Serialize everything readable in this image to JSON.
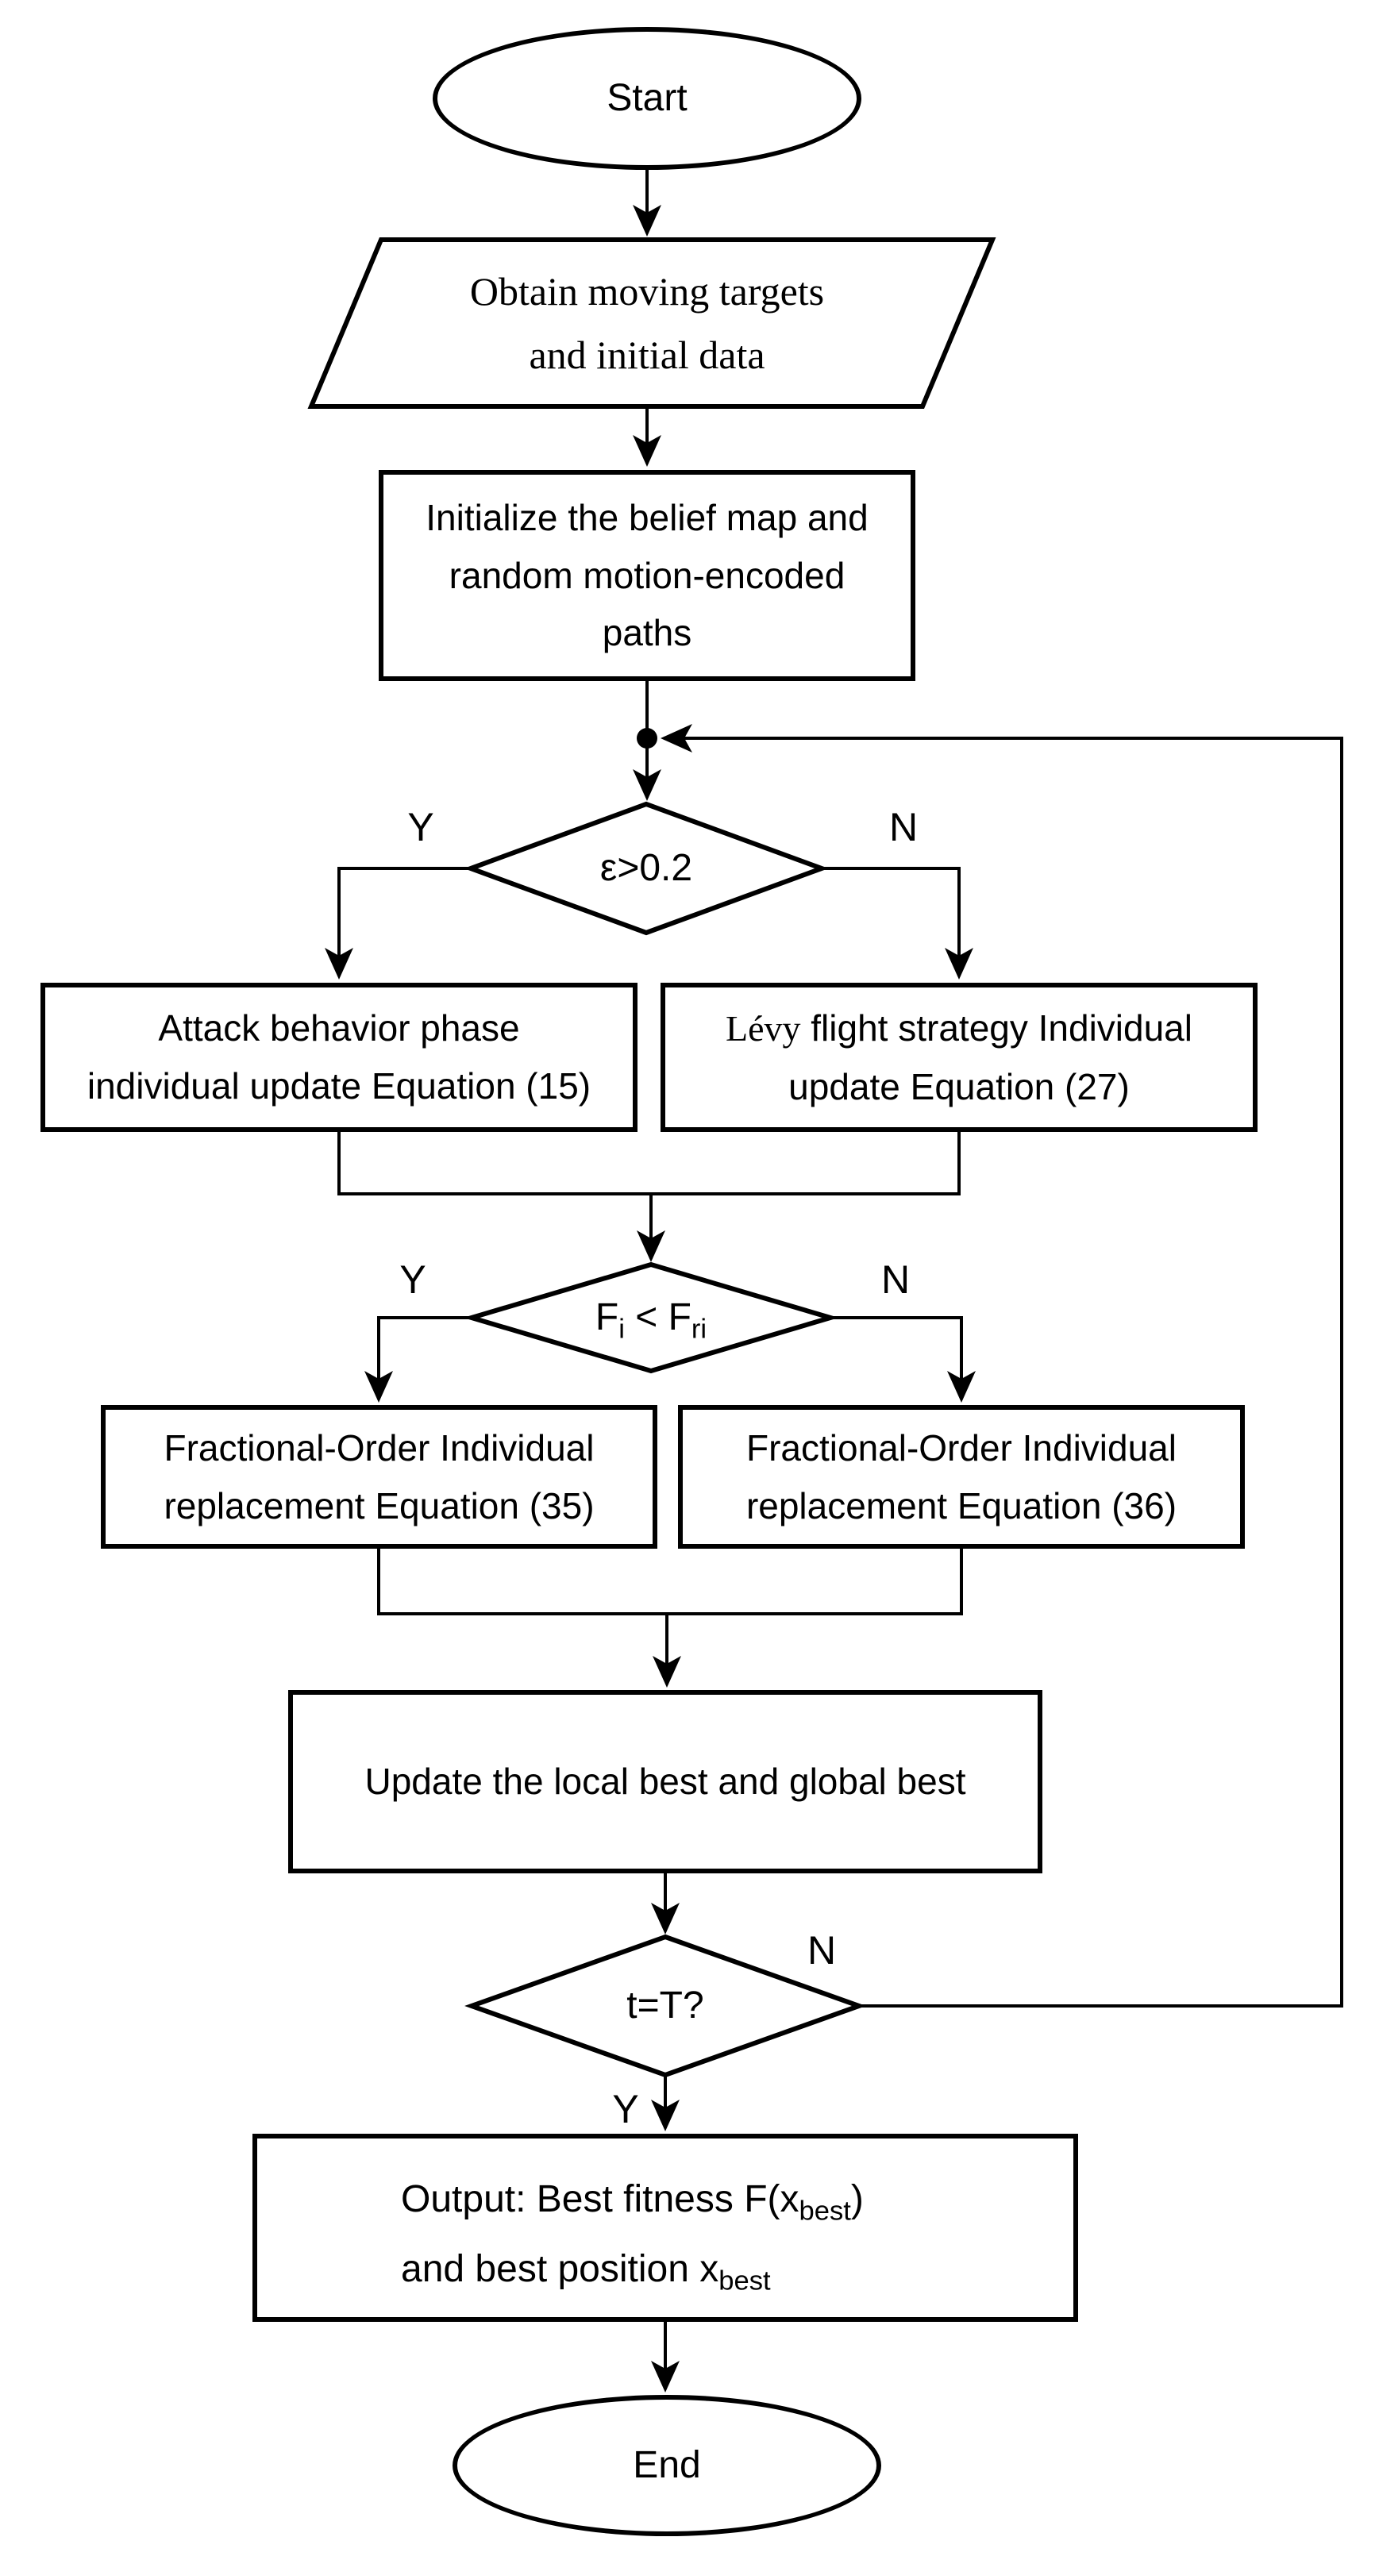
{
  "colors": {
    "stroke": "#000000",
    "background": "#ffffff"
  },
  "nodes": {
    "start": {
      "label": "Start"
    },
    "obtain": {
      "lines": [
        "Obtain moving targets",
        "and initial data"
      ]
    },
    "initialize": {
      "lines": [
        "Initialize the belief map and",
        "random motion-encoded",
        "paths"
      ]
    },
    "decision_epsilon": {
      "condition": "ε>0.2",
      "yes_label": "Y",
      "no_label": "N"
    },
    "attack_phase": {
      "lines": [
        "Attack behavior phase",
        "individual update Equation (15)"
      ]
    },
    "levy_flight": {
      "serif_word": "Lévy",
      "line1_rest": " flight strategy Individual",
      "line2": "update Equation (27)"
    },
    "decision_fitness": {
      "lhs_base": "F",
      "lhs_sub": "i",
      "operator": " < ",
      "rhs_base": "F",
      "rhs_sub": "ri",
      "yes_label": "Y",
      "no_label": "N"
    },
    "replacement_35": {
      "lines": [
        "Fractional-Order Individual",
        "replacement Equation (35)"
      ]
    },
    "replacement_36": {
      "lines": [
        "Fractional-Order Individual",
        "replacement Equation (36)"
      ]
    },
    "update_best": {
      "label": "Update the local best and global best"
    },
    "decision_termination": {
      "condition": "t=T?",
      "yes_label": "Y",
      "no_label": "N"
    },
    "output": {
      "line1_pre": "Output: Best fitness F(x",
      "line1_sub": "best",
      "line1_post": ")",
      "line2_pre": "and best position x",
      "line2_sub": "best"
    },
    "end": {
      "label": "End"
    }
  }
}
